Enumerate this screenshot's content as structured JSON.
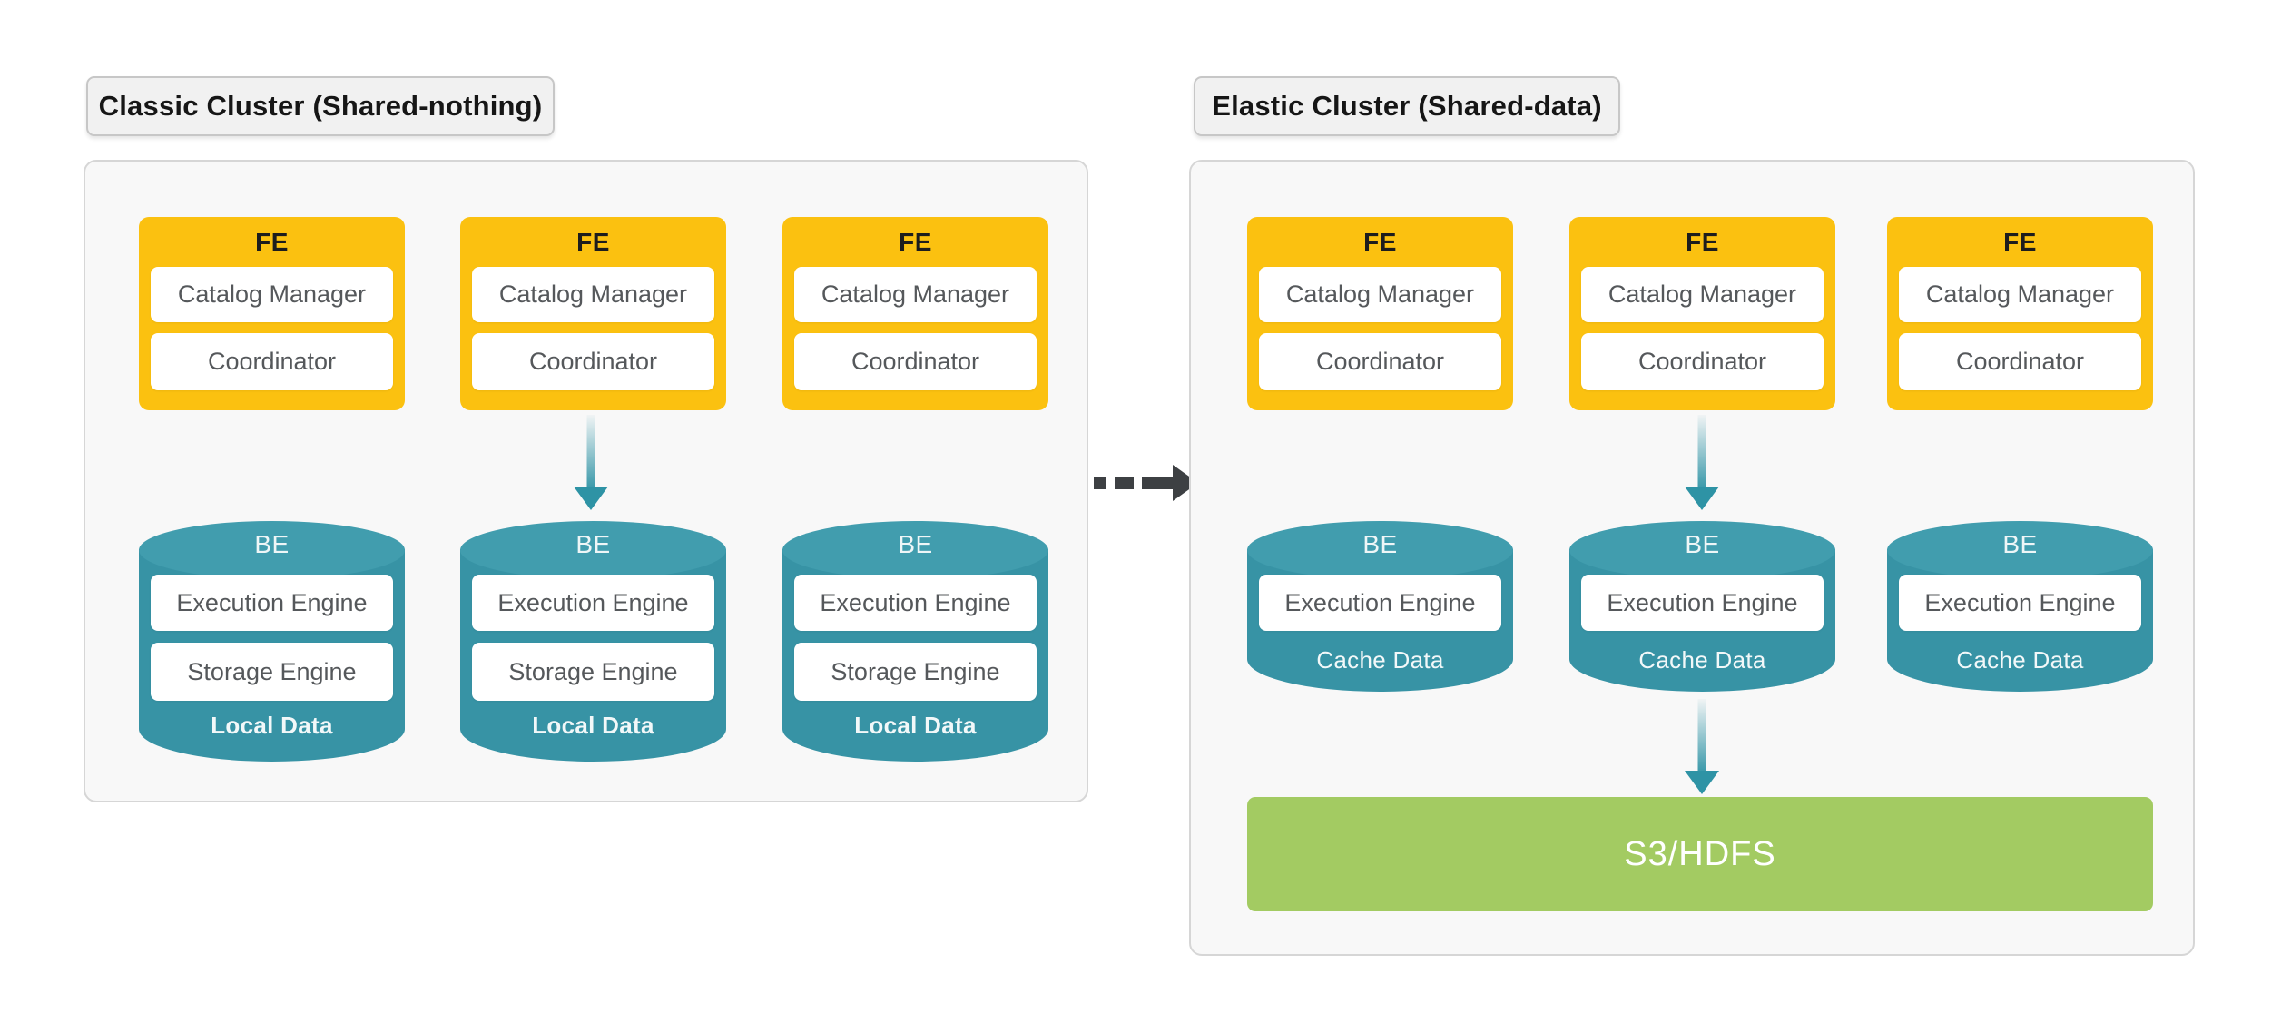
{
  "diagram": {
    "left_cluster": {
      "title": "Classic Cluster (Shared-nothing)",
      "fe_nodes": [
        {
          "label": "FE",
          "components": [
            "Catalog Manager",
            "Coordinator"
          ]
        },
        {
          "label": "FE",
          "components": [
            "Catalog Manager",
            "Coordinator"
          ]
        },
        {
          "label": "FE",
          "components": [
            "Catalog Manager",
            "Coordinator"
          ]
        }
      ],
      "be_nodes": [
        {
          "label": "BE",
          "components": [
            "Execution Engine",
            "Storage Engine"
          ],
          "data_label": "Local Data"
        },
        {
          "label": "BE",
          "components": [
            "Execution Engine",
            "Storage Engine"
          ],
          "data_label": "Local Data"
        },
        {
          "label": "BE",
          "components": [
            "Execution Engine",
            "Storage Engine"
          ],
          "data_label": "Local Data"
        }
      ]
    },
    "right_cluster": {
      "title": "Elastic Cluster (Shared-data)",
      "fe_nodes": [
        {
          "label": "FE",
          "components": [
            "Catalog Manager",
            "Coordinator"
          ]
        },
        {
          "label": "FE",
          "components": [
            "Catalog Manager",
            "Coordinator"
          ]
        },
        {
          "label": "FE",
          "components": [
            "Catalog Manager",
            "Coordinator"
          ]
        }
      ],
      "be_nodes": [
        {
          "label": "BE",
          "components": [
            "Execution Engine"
          ],
          "data_label": "Cache Data"
        },
        {
          "label": "BE",
          "components": [
            "Execution Engine"
          ],
          "data_label": "Cache Data"
        },
        {
          "label": "BE",
          "components": [
            "Execution Engine"
          ],
          "data_label": "Cache Data"
        }
      ],
      "shared_storage": {
        "label": "S3/HDFS"
      }
    },
    "colors": {
      "fe_yellow": "#fbc110",
      "be_teal": "#3793a5",
      "be_teal_light": "#419dae",
      "storage_green": "#a3cb62",
      "arrow_teal": "#2e93a5",
      "transform_arrow_gray": "#3d4043",
      "panel_background": "#f8f8f8",
      "component_text_gray": "#55585b"
    }
  }
}
